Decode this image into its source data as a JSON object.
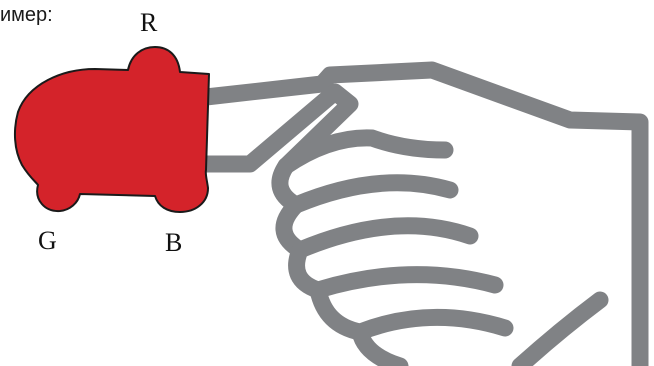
{
  "caption": "имер:",
  "labels": {
    "r": "R",
    "g": "G",
    "b": "B"
  },
  "colors": {
    "hand": "#808285",
    "cap_fill": "#d4232a",
    "cap_stroke": "#1a1a1a"
  }
}
